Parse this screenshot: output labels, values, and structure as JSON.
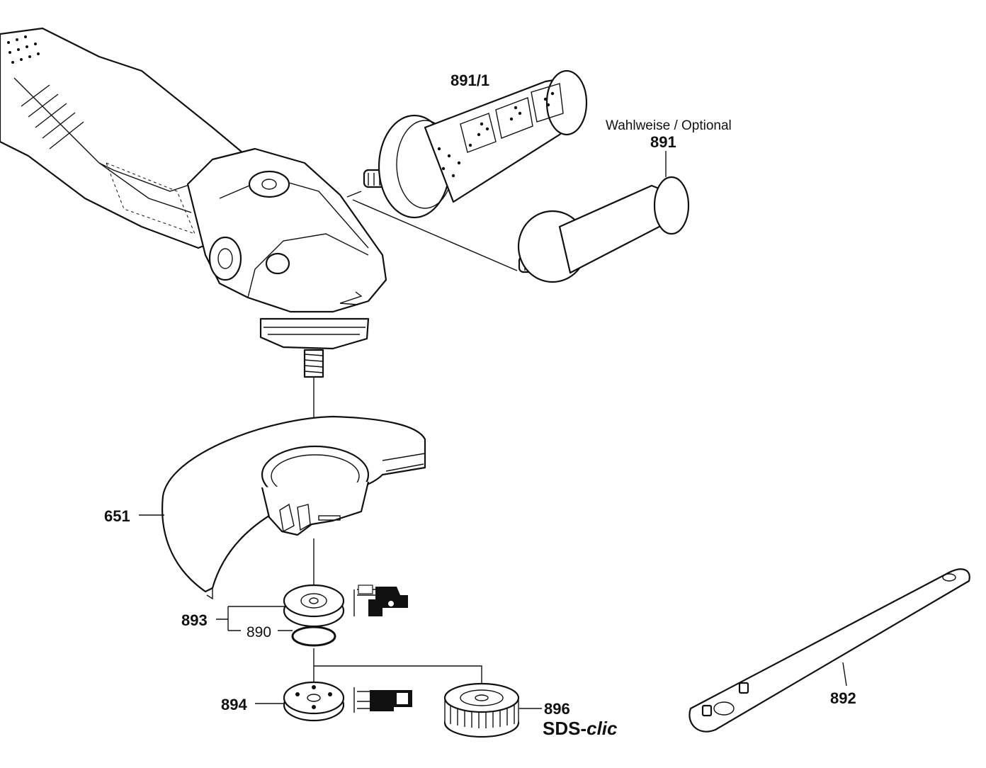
{
  "labels": {
    "handle_alt": "891/1",
    "optional_note": "Wahlweise / Optional",
    "handle": "891",
    "guard": "651",
    "flange_set": "893",
    "o_ring": "890",
    "clamp_nut": "894",
    "quick_nut": "896",
    "quick_nut_brand_prefix": "SDS-",
    "quick_nut_brand_suffix": "clic",
    "spanner": "892"
  },
  "icons": {
    "flange_mount_symbol": "flange-orientation-icon",
    "nut_mount_symbol": "nut-orientation-icon"
  }
}
